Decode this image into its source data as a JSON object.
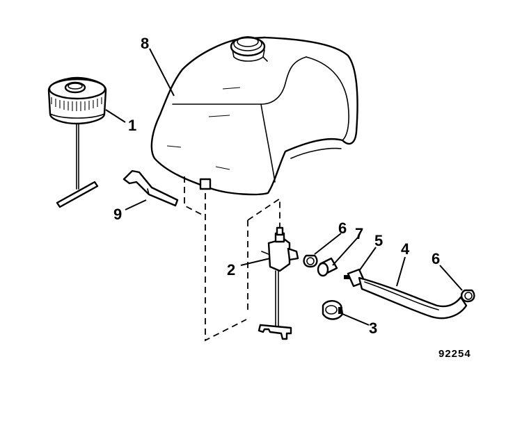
{
  "diagram": {
    "figure_number": "92254",
    "callouts": {
      "c1": "1",
      "c2": "2",
      "c3": "3",
      "c4": "4",
      "c5": "5",
      "c6a": "6",
      "c6b": "6",
      "c7": "7",
      "c8": "8",
      "c9": "9"
    }
  }
}
